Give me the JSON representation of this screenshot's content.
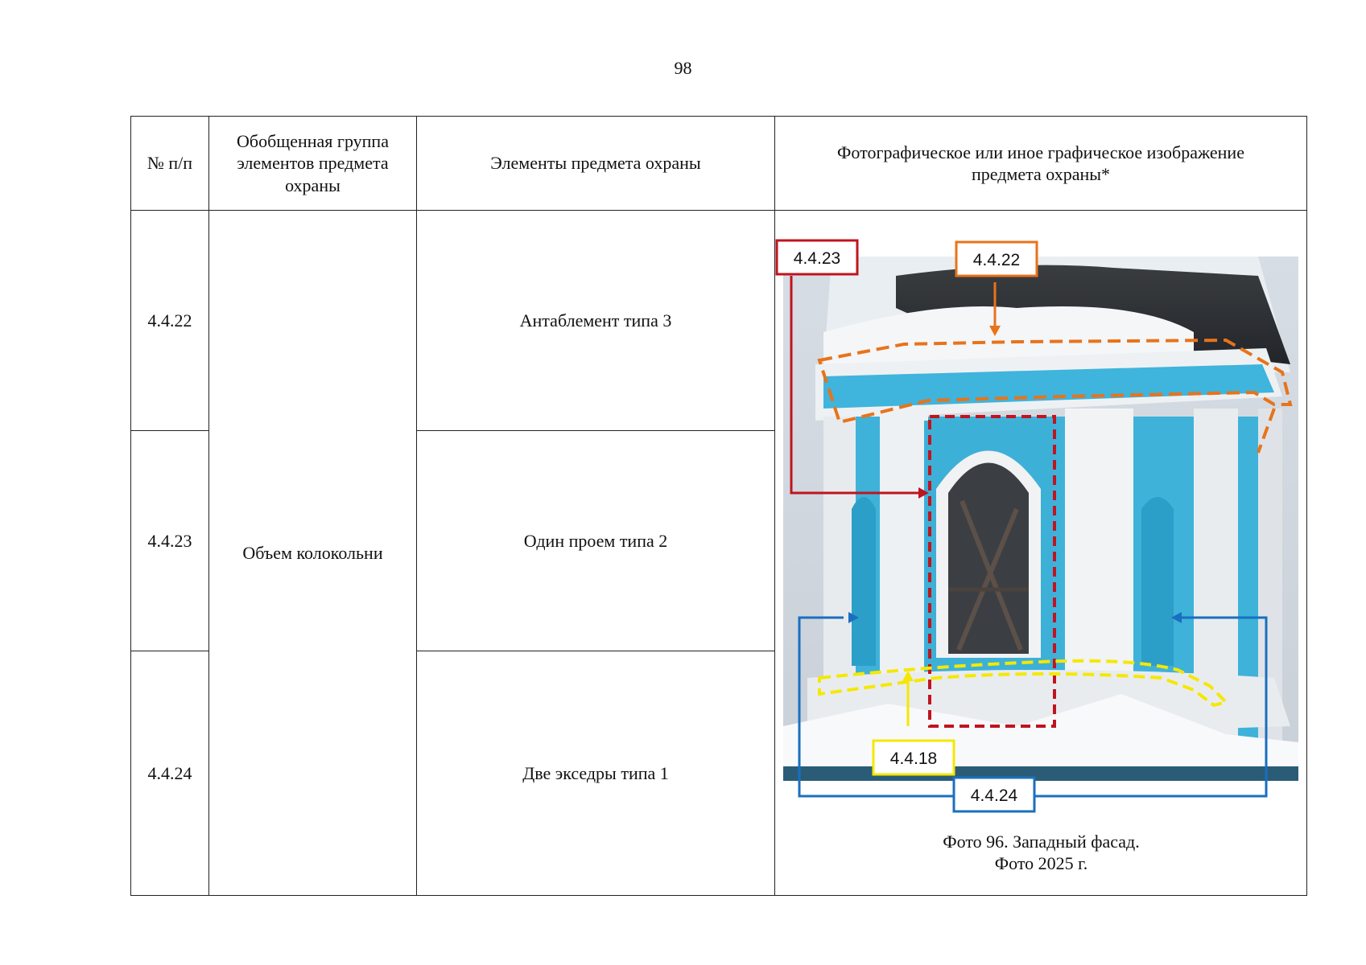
{
  "page_number": "98",
  "header": {
    "col_num": "№ п/п",
    "col_group": "Обобщенная группа элементов предмета охраны",
    "col_elements": "Элементы предмета охраны",
    "col_photo": "Фотографическое или иное графическое изображение предмета охраны*"
  },
  "group_name": "Объем колокольни",
  "rows": [
    {
      "num": "4.4.22",
      "element": "Антаблемент типа 3"
    },
    {
      "num": "4.4.23",
      "element": "Один проем типа 2"
    },
    {
      "num": "4.4.24",
      "element": "Две экседры типа 1"
    }
  ],
  "photo": {
    "labels": {
      "l4423": "4.4.23",
      "l4422": "4.4.22",
      "l4418": "4.4.18",
      "l4424": "4.4.24"
    },
    "caption_line1": "Фото 96. Западный фасад.",
    "caption_line2": "Фото 2025 г.",
    "colors": {
      "red": "#c0141e",
      "orange": "#e8731a",
      "yellow": "#f5e800",
      "blue": "#1a6fbf"
    }
  }
}
